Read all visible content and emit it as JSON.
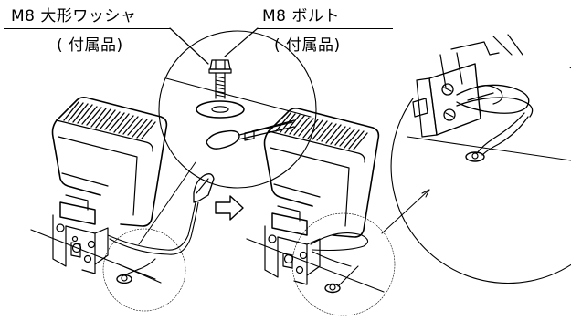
{
  "labels": {
    "washer_name": "M8 大形ワッシャ",
    "washer_note": "( 付属品)",
    "bolt_name": "M8 ボルト",
    "bolt_note": "( 付属品)"
  },
  "icons": {
    "step_arrow": "hollow-right-arrow-icon"
  },
  "colors": {
    "line": "#000000",
    "background": "#ffffff"
  }
}
